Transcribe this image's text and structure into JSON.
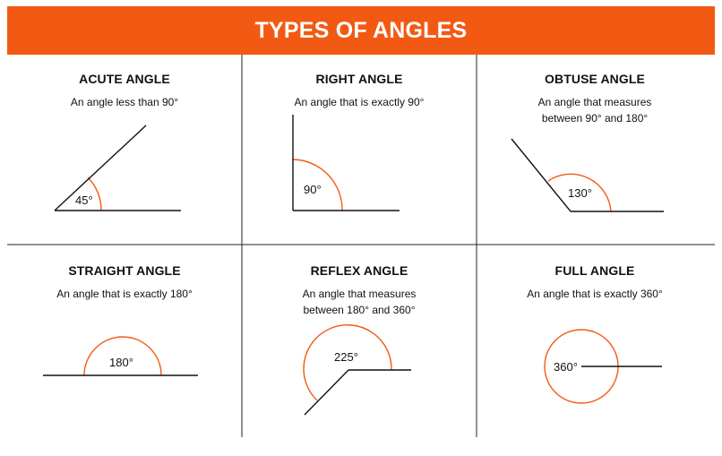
{
  "header": {
    "title": "TYPES OF ANGLES",
    "background_color": "#f25a14"
  },
  "accent_color": "#f25a14",
  "cells": [
    {
      "title": "ACUTE ANGLE",
      "description": "An angle less than 90°",
      "angle_label": "45°"
    },
    {
      "title": "RIGHT ANGLE",
      "description": "An angle that is exactly 90°",
      "angle_label": "90°"
    },
    {
      "title": "OBTUSE ANGLE",
      "description": "An angle that measures\nbetween 90° and 180°",
      "angle_label": "130°"
    },
    {
      "title": "STRAIGHT ANGLE",
      "description": "An angle that is exactly 180°",
      "angle_label": "180°"
    },
    {
      "title": "REFLEX ANGLE",
      "description": "An angle that measures\nbetween 180° and 360°",
      "angle_label": "225°"
    },
    {
      "title": "FULL ANGLE",
      "description": "An angle that is exactly 360°",
      "angle_label": "360°"
    }
  ]
}
